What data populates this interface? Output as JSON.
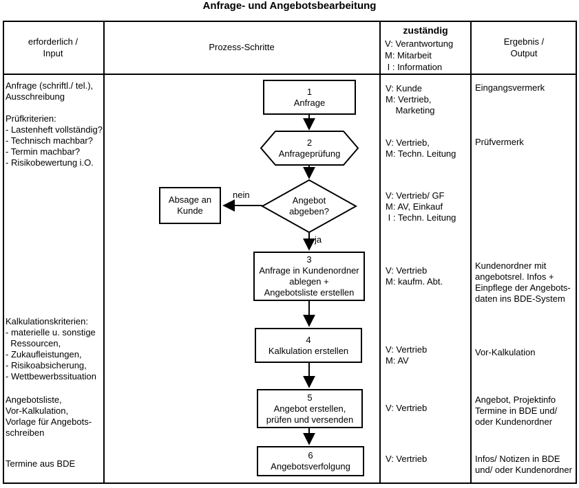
{
  "title": "Anfrage- und Angebotsbearbeitung",
  "colors": {
    "line": "#000000",
    "background": "#ffffff"
  },
  "header": {
    "input": "erforderlich /\nInput",
    "process": "Prozess-Schritte",
    "responsible_label": "zuständig",
    "responsible_legend": "V: Verantwortung\nM: Mitarbeit\n I : Information",
    "output": "Ergebnis /\nOutput"
  },
  "inputs": [
    "Anfrage (schriftl./ tel.),\nAusschreibung",
    "Prüfkriterien:\n- Lastenheft vollständig?\n- Technisch machbar?\n- Termin machbar?\n- Risikobewertung i.O.",
    "Kalkulationskriterien:\n- materielle u. sonstige\n  Ressourcen,\n- Zukaufleistungen,\n- Risikoabsicherung,\n- Wettbewerbssituation",
    "Angebotsliste,\nVor-Kalkulation,\nVorlage für Angebots-\nschreiben",
    "Termine aus BDE"
  ],
  "steps": {
    "step1": "1\nAnfrage",
    "step2": "2\nAnfrageprüfung",
    "decision": "Angebot\nabgeben?",
    "reject": "Absage an\nKunde",
    "no_label": "nein",
    "yes_label": "ja",
    "step3": "3\nAnfrage in Kundenordner\nablegen +\nAngebotsliste erstellen",
    "step4": "4\nKalkulation erstellen",
    "step5": "5\nAngebot erstellen,\nprüfen und versenden",
    "step6": "6\nAngebotsverfolgung"
  },
  "responsibles": [
    "V: Kunde\nM: Vertrieb,\n    Marketing",
    "V: Vertrieb,\nM: Techn. Leitung",
    "V: Vertrieb/ GF\nM: AV, Einkauf\n I : Techn. Leitung",
    "V: Vertrieb\nM: kaufm. Abt.",
    "V: Vertrieb\nM: AV",
    "V: Vertrieb",
    "V: Vertrieb"
  ],
  "outputs": [
    "Eingangsvermerk",
    "Prüfvermerk",
    "Kundenordner mit\nangebotsrel. Infos +\nEinpflege der Angebots-\ndaten ins BDE-System",
    "Vor-Kalkulation",
    "Angebot, Projektinfo\nTermine in BDE und/\noder Kundenordner",
    "Infos/ Notizen in BDE\nund/ oder Kundenordner"
  ]
}
